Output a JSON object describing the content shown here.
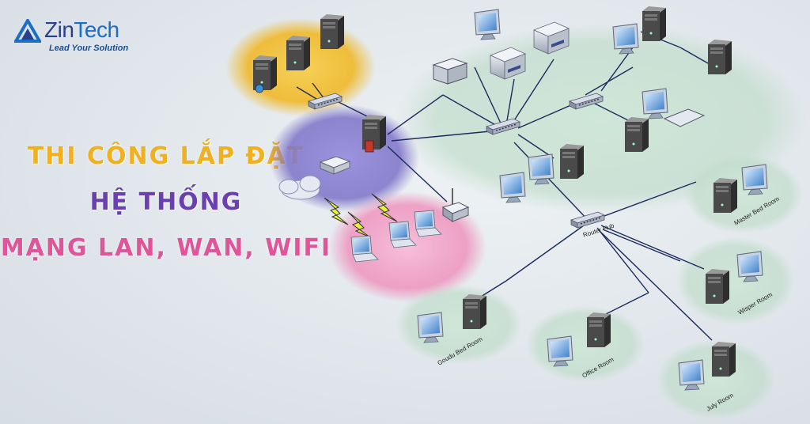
{
  "brand": {
    "name_part1": "Zin",
    "name_part2": "Tech",
    "tagline": "Lead Your Solution",
    "primary_color": "#1a6fc4",
    "secondary_color": "#2a3f8f"
  },
  "headline": {
    "line1": "THI CÔNG LẮP ĐẶT",
    "line2": "HỆ THỐNG",
    "line3": "MẠNG LAN, WAN, WIFI",
    "line1_color": "#f0b020",
    "line2_color": "#6a3fb0",
    "line3_color": "#e0559a"
  },
  "diagram": {
    "router_label": "Router Hub",
    "rooms": {
      "master": "Master Bed Room",
      "wisper": "Wisper Room",
      "goudu": "Goudu Bed Room",
      "office": "Office Room",
      "july": "July Room"
    },
    "zone_colors": {
      "servers": "#f3c23a",
      "core": "#8f86d6",
      "wireless": "#f2a6c8",
      "lan": "#c9e2d4"
    }
  }
}
